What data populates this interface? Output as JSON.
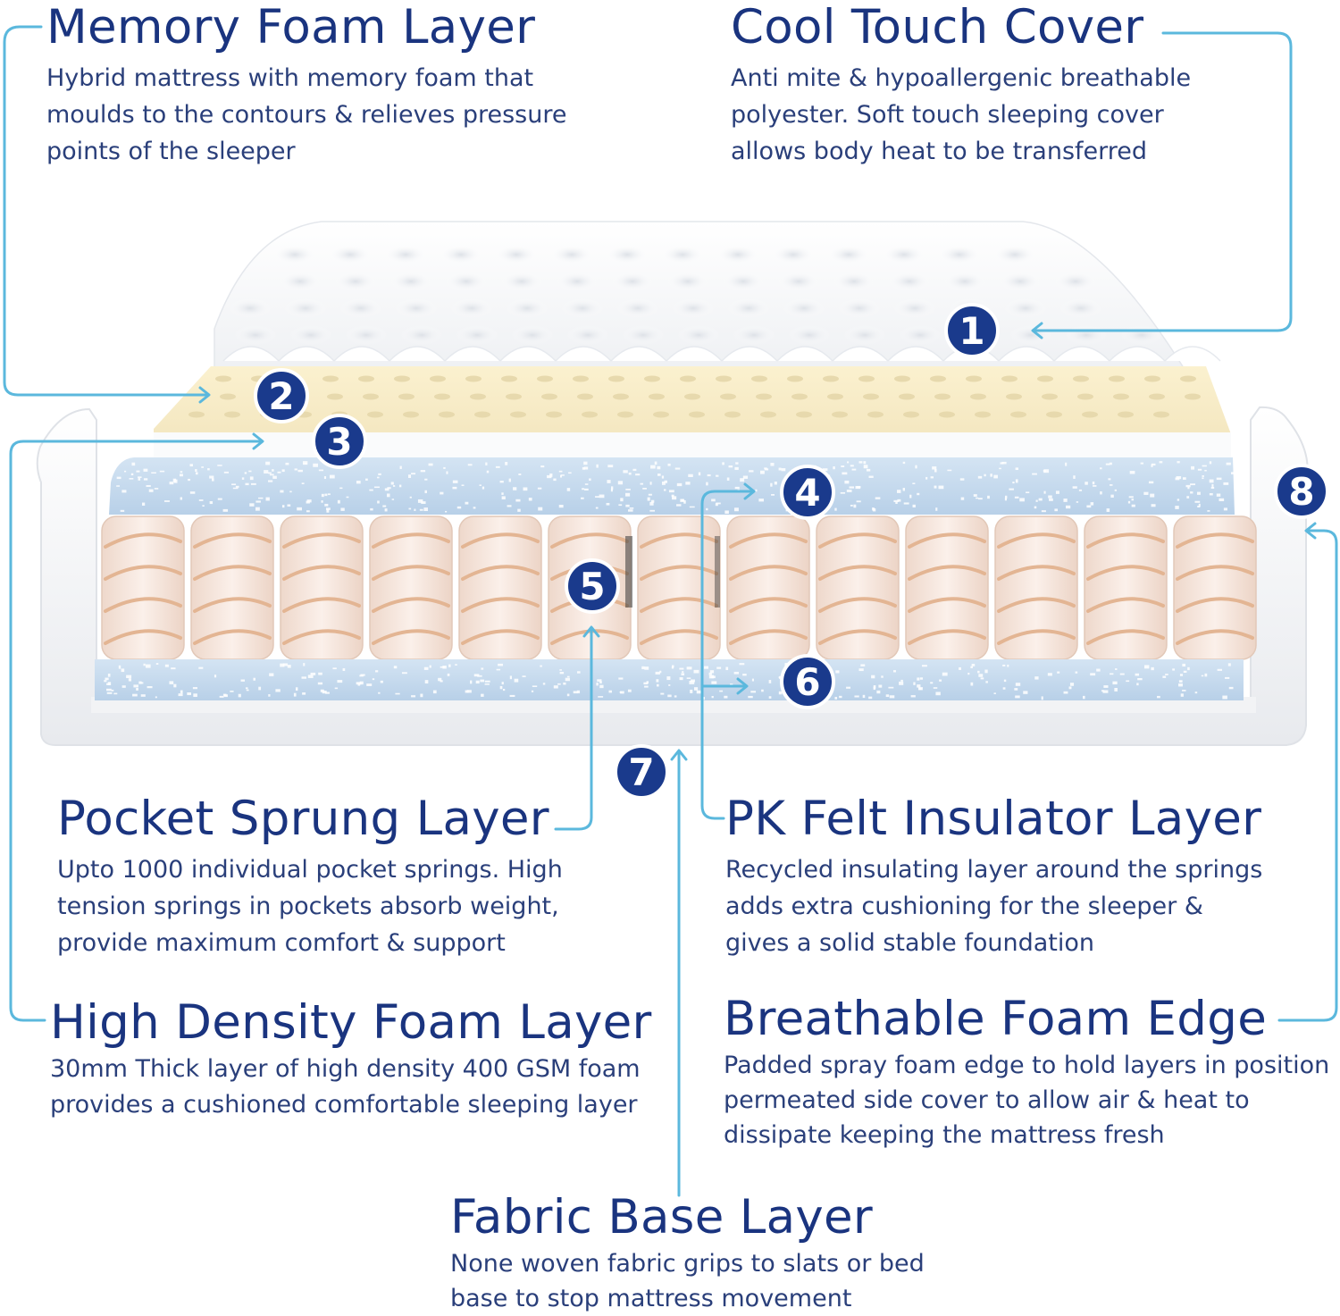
{
  "layers": [
    {
      "title": "Memory Foam Layer",
      "desc": "Hybrid mattress with memory foam that\nmoulds to the contours & relieves pressure\npoints of the sleeper"
    },
    {
      "title": "Cool Touch Cover",
      "desc": "Anti mite & hypoallergenic breathable\npolyester. Soft touch sleeping cover\nallows body heat to be transferred"
    },
    {
      "title": "Pocket Sprung Layer",
      "desc": "Upto 1000 individual pocket springs. High\ntension springs in pockets absorb weight,\nprovide maximum comfort & support"
    },
    {
      "title": "PK Felt Insulator Layer",
      "desc": "Recycled insulating layer around the springs\nadds extra cushioning for the sleeper &\ngives a solid stable foundation"
    },
    {
      "title": "High Density Foam Layer",
      "desc": "30mm Thick layer of high density 400 GSM foam\nprovides a cushioned comfortable sleeping layer"
    },
    {
      "title": "Breathable Foam Edge",
      "desc": "Padded spray foam edge to hold layers in position\npermeated side cover to allow air & heat to\ndissipate keeping the mattress fresh"
    },
    {
      "title": "Fabric Base Layer",
      "desc": "None woven fabric grips to slats or bed\nbase to stop mattress movement"
    }
  ],
  "markers": [
    "1",
    "2",
    "3",
    "4",
    "5",
    "6",
    "7",
    "8"
  ],
  "colors": {
    "heading": "#1a347f",
    "text": "#2a3f7a",
    "marker": "#1a3a8c",
    "leader_line": "#5bb8dd",
    "memory_foam": "#fbf1cf",
    "felt": "#c9dcef",
    "spring_pocket": "#f7e8df",
    "spring_coil": "#e3b593"
  }
}
